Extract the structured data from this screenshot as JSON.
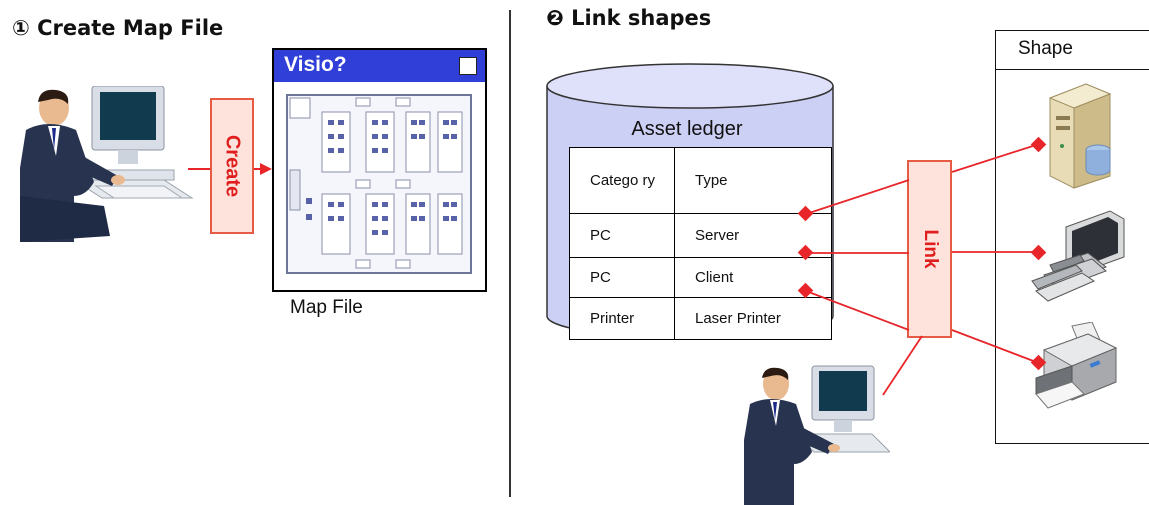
{
  "step1": {
    "heading": "① Create Map File",
    "create_label": "Create",
    "window_title": "Visio?",
    "map_caption": "Map File"
  },
  "step2": {
    "heading": "❷ Link shapes",
    "ledger_title": "Asset ledger",
    "table": {
      "headers": [
        "Catego ry",
        "Type"
      ],
      "rows": [
        [
          "PC",
          "Server"
        ],
        [
          "PC",
          "Client"
        ],
        [
          "Printer",
          "Laser Printer"
        ]
      ]
    },
    "link_label": "Link",
    "shape_panel_title": "Shape",
    "shape_icons": [
      "server-icon",
      "client-pc-icon",
      "printer-icon"
    ]
  },
  "colors": {
    "accent_red": "#e8262a",
    "box_fill": "#fde3dc",
    "box_border": "#e65b44",
    "window_titlebar": "#2f3fd8",
    "cylinder_fill": "#cdd0f5"
  }
}
